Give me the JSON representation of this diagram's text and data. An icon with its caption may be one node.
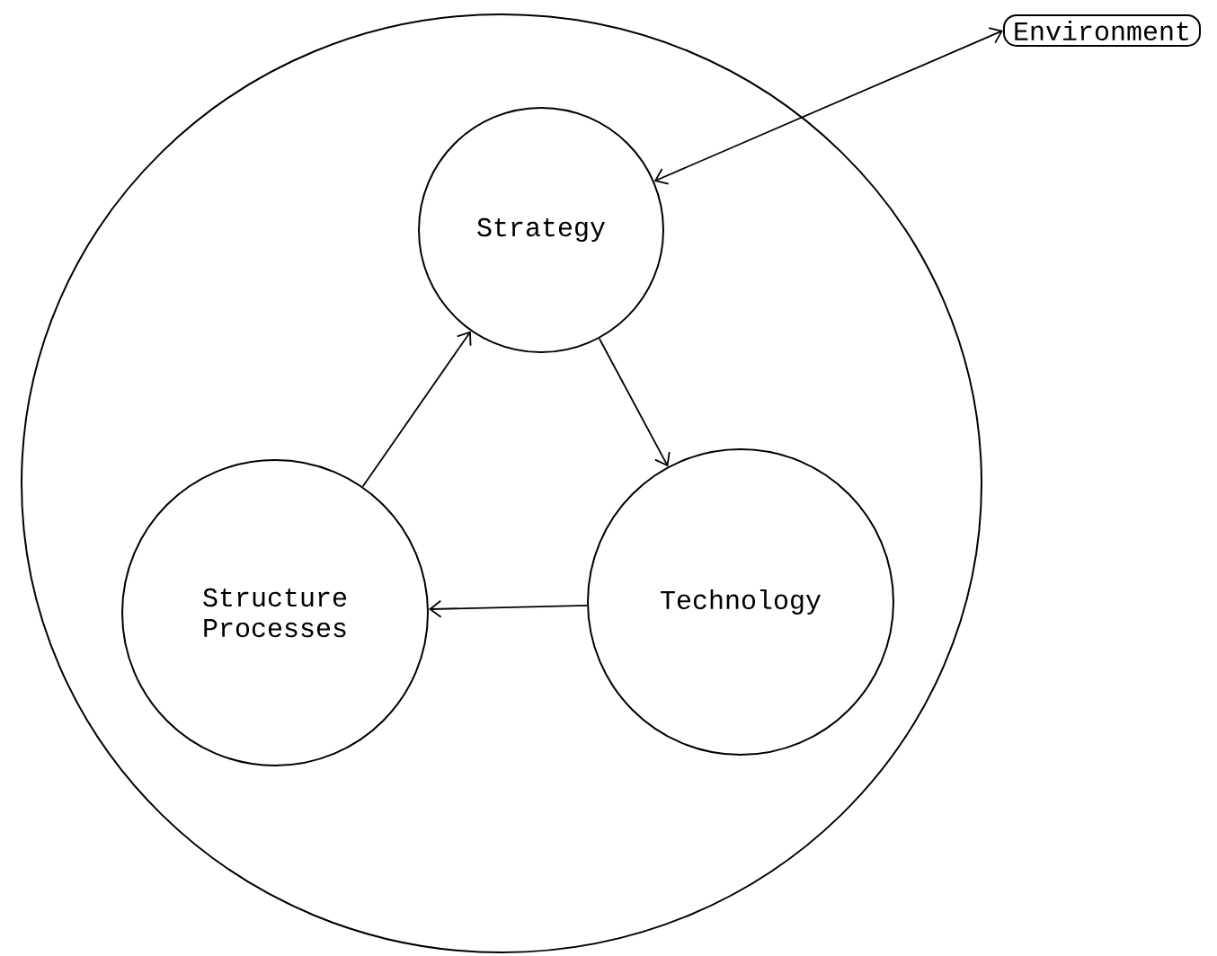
{
  "diagram": {
    "nodes": [
      {
        "text": [],
        "shape": "circle"
      },
      {
        "text": [
          "Strategy"
        ],
        "in": 0
      },
      {
        "text": [
          "Structure Processes"
        ],
        "in": 0
      },
      {
        "text": [
          "Technology"
        ],
        "in": 0
      },
      {
        "text": [
          "Environment"
        ]
      }
    ],
    "edges": [
      {
        "from": 1,
        "to": 3,
        "arrow": "to"
      },
      {
        "from": 3,
        "to": 2,
        "arrow": "to"
      },
      {
        "from": 2,
        "to": 1,
        "arrow": "to"
      },
      {
        "from": 4,
        "to": 1,
        "arrow": "both"
      }
    ]
  }
}
